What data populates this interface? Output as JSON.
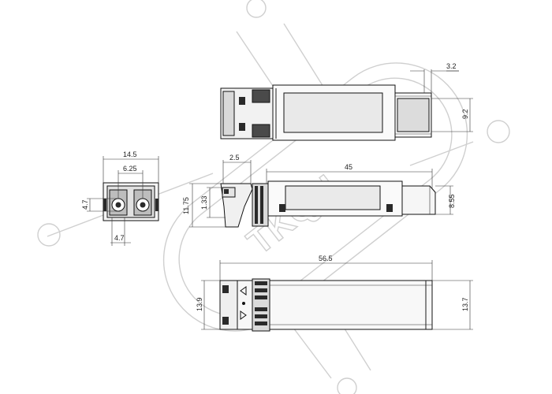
{
  "drawing": {
    "top_view": {
      "width_label": "3.2",
      "height_label": "9.2"
    },
    "end_view": {
      "total_width": "14.5",
      "inner_width": "6.25",
      "port_height": "4.7",
      "port_width": "4.7"
    },
    "side_view": {
      "front_offset": "2.5",
      "body_length": "45",
      "total_height": "11.75",
      "front_height": "1.33",
      "rear_height": "8.55"
    },
    "bottom_view": {
      "total_length": "56.5",
      "left_height": "13.9",
      "right_height": "13.7"
    }
  },
  "watermark": {
    "text": "TKQU"
  },
  "colors": {
    "line": "#1a1a1a",
    "fill_dark": "#2a2a2a",
    "fill_gray": "#bdbdbd",
    "window": "#e9e9e9",
    "watermark": "#cfcfcf"
  }
}
